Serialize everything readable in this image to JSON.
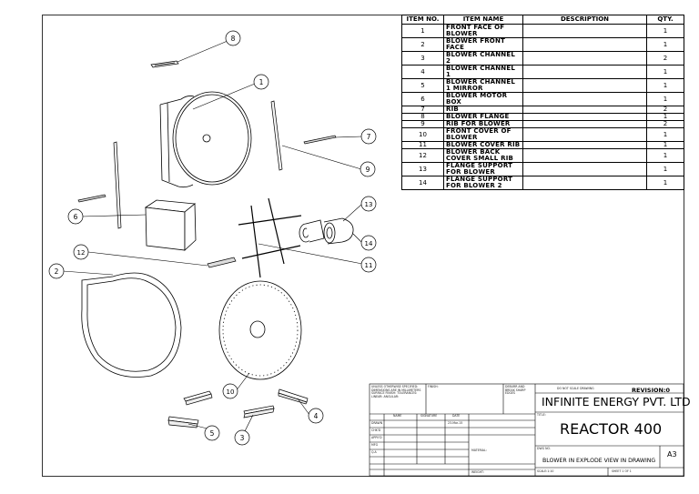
{
  "bom": {
    "headers": {
      "item_no": "ITEM NO.",
      "item_name": "ITEM NAME",
      "description": "DESCRIPTION",
      "qty": "QTY."
    },
    "rows": [
      {
        "no": "1",
        "name": "FRONT FACE OF BLOWER",
        "qty": "1"
      },
      {
        "no": "2",
        "name": "BLOWER FRONT FACE",
        "qty": "1"
      },
      {
        "no": "3",
        "name": "BLOWER CHANNEL 2",
        "qty": "2"
      },
      {
        "no": "4",
        "name": "BLOWER CHANNEL 1",
        "qty": "1"
      },
      {
        "no": "5",
        "name": "BLOWER CHANNEL 1 MIRROR",
        "qty": "1"
      },
      {
        "no": "6",
        "name": "BLOWER MOTOR BOX",
        "qty": "1"
      },
      {
        "no": "7",
        "name": "RIB",
        "qty": "2"
      },
      {
        "no": "8",
        "name": "BLOWER FLANGE",
        "qty": "1"
      },
      {
        "no": "9",
        "name": "RIB FOR BLOWER",
        "qty": "2"
      },
      {
        "no": "10",
        "name": "FRONT COVER OF BLOWER",
        "qty": "1"
      },
      {
        "no": "11",
        "name": "BLOWER COVER RIB",
        "qty": "1"
      },
      {
        "no": "12",
        "name": "BLOWER BACK COVER SMALL RIB",
        "qty": "1"
      },
      {
        "no": "13",
        "name": "FLANGE SUPPORT FOR BLOWER",
        "qty": "1"
      },
      {
        "no": "14",
        "name": "FLANGE SUPPORT FOR BLOWER 2",
        "qty": "1"
      }
    ]
  },
  "balloons": [
    "8",
    "1",
    "7",
    "9",
    "13",
    "14",
    "11",
    "6",
    "12",
    "2",
    "10",
    "5",
    "3",
    "4"
  ],
  "title_block": {
    "unless_note": "UNLESS OTHERWISE SPECIFIED: DIMENSIONS ARE IN MILLIMETERS SURFACE FINISH: TOLERANCES: LINEAR: ANGULAR:",
    "finish": "FINISH:",
    "deburr": "DEBURR AND BREAK SHARP EDGES",
    "do_not_scale": "DO NOT SCALE DRAWING",
    "revision": "REVISION:0",
    "company": "INFINITE ENERGY PVT. LTD",
    "title_label": "TITLE:",
    "product": "REACTOR 400",
    "name": "NAME",
    "signature": "SIGNATURE",
    "date": "DATE",
    "drawn": "DRAWN",
    "drawn_date": "23-Mar-15",
    "chkd": "CHK'D",
    "appvd": "APPV'D",
    "mfg": "MFG",
    "qa": "Q.A",
    "material": "MATERIAL:",
    "weight": "WEIGHT:",
    "dwg_no_label": "DWG NO.",
    "drawing_title": "BLOWER IN EXPLODE VIEW IN DRAWING",
    "sheet_size": "A3",
    "scale": "SCALE:1:10",
    "sheet": "SHEET 1 OF 1"
  }
}
